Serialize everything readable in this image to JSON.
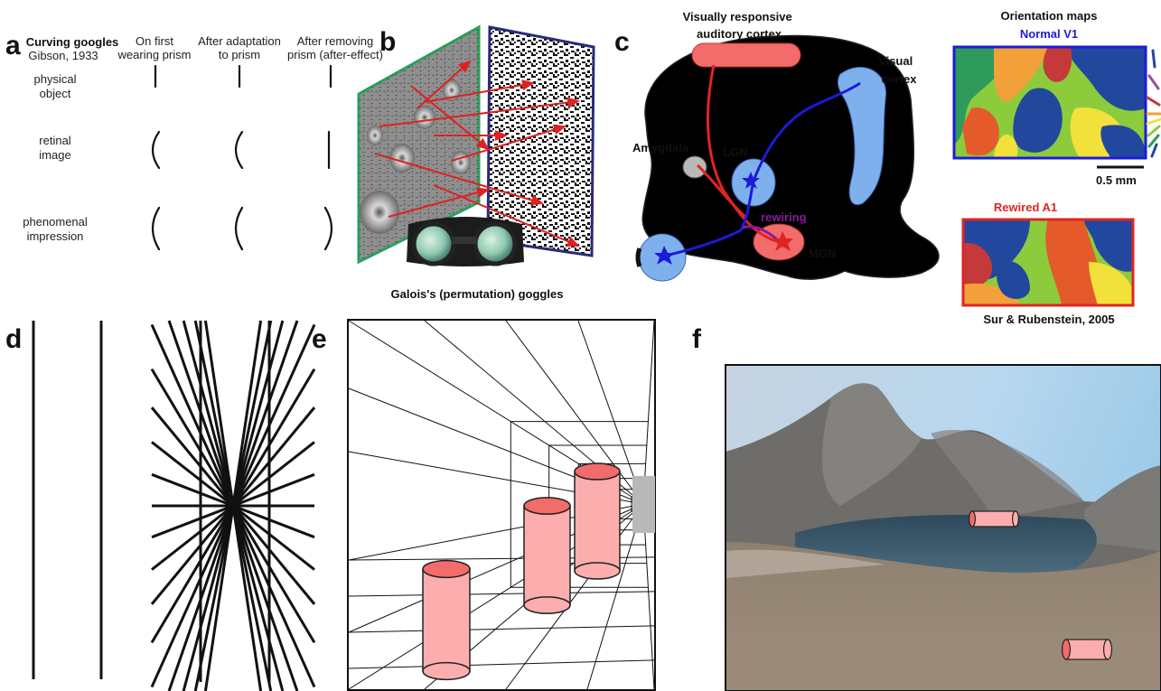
{
  "panel_a": {
    "letter": "a",
    "title": "Curving googles",
    "subtitle": "Gibson, 1933",
    "columns": [
      "On first\nwearing prism",
      "After adaptation\nto prism",
      "After removing\nprism (after-effect)"
    ],
    "rows": [
      "physical\nobject",
      "retinal\nimage",
      "phenomenal\nimpression"
    ]
  },
  "panel_b": {
    "letter": "b",
    "caption": "Galois's (permutation) goggles"
  },
  "panel_c": {
    "letter": "c",
    "labels": {
      "auditory": "Visually responsive\nauditory cortex",
      "visual": "Visual\ncortex",
      "amygdala": "Amygdala",
      "lgn": "LGN",
      "rewiring": "rewiring",
      "mgn": "MGN"
    },
    "maps_title": "Orientation maps",
    "normal_title": "Normal V1",
    "rewired_title": "Rewired A1",
    "scale_label": "0.5 mm",
    "citation": "Sur & Rubenstein, 2005",
    "colors": {
      "normal": "#1b1bd8",
      "rewired": "#e02424",
      "rewiring": "#8a1a9b",
      "brain": "#fcd3d3",
      "map_palette": [
        "#22489e",
        "#2e9a5c",
        "#8ccc3c",
        "#f2e13a",
        "#f2a03a",
        "#e45a2a",
        "#c43a3a",
        "#9a4c9a"
      ]
    }
  },
  "panel_d": {
    "letter": "d"
  },
  "panel_e": {
    "letter": "e"
  },
  "panel_f": {
    "letter": "f"
  }
}
